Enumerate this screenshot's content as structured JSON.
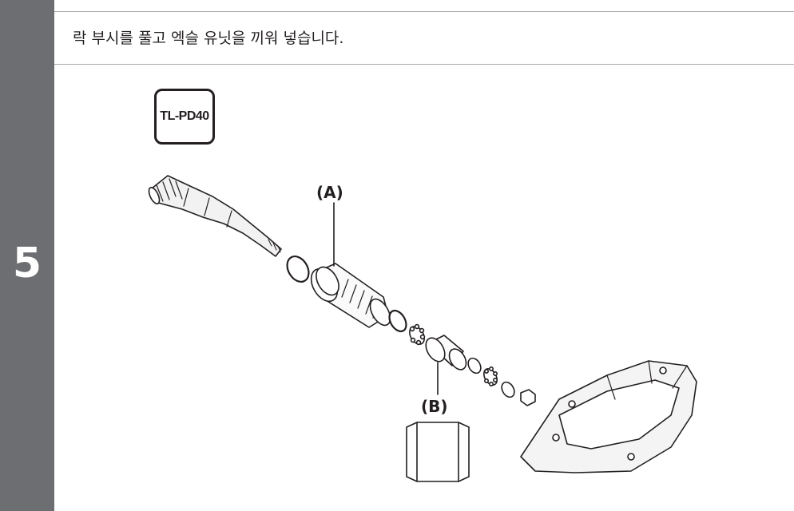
{
  "step": {
    "number": "5"
  },
  "instruction": "락 부시를 풀고 엑슬 유닛을 끼워 넣습니다.",
  "tool": {
    "label": "TL-PD40"
  },
  "callouts": {
    "a": "(A)",
    "b": "(B)"
  },
  "colors": {
    "rail": "#6d6e71",
    "rule": "#a9aaac",
    "ink": "#231f20"
  }
}
